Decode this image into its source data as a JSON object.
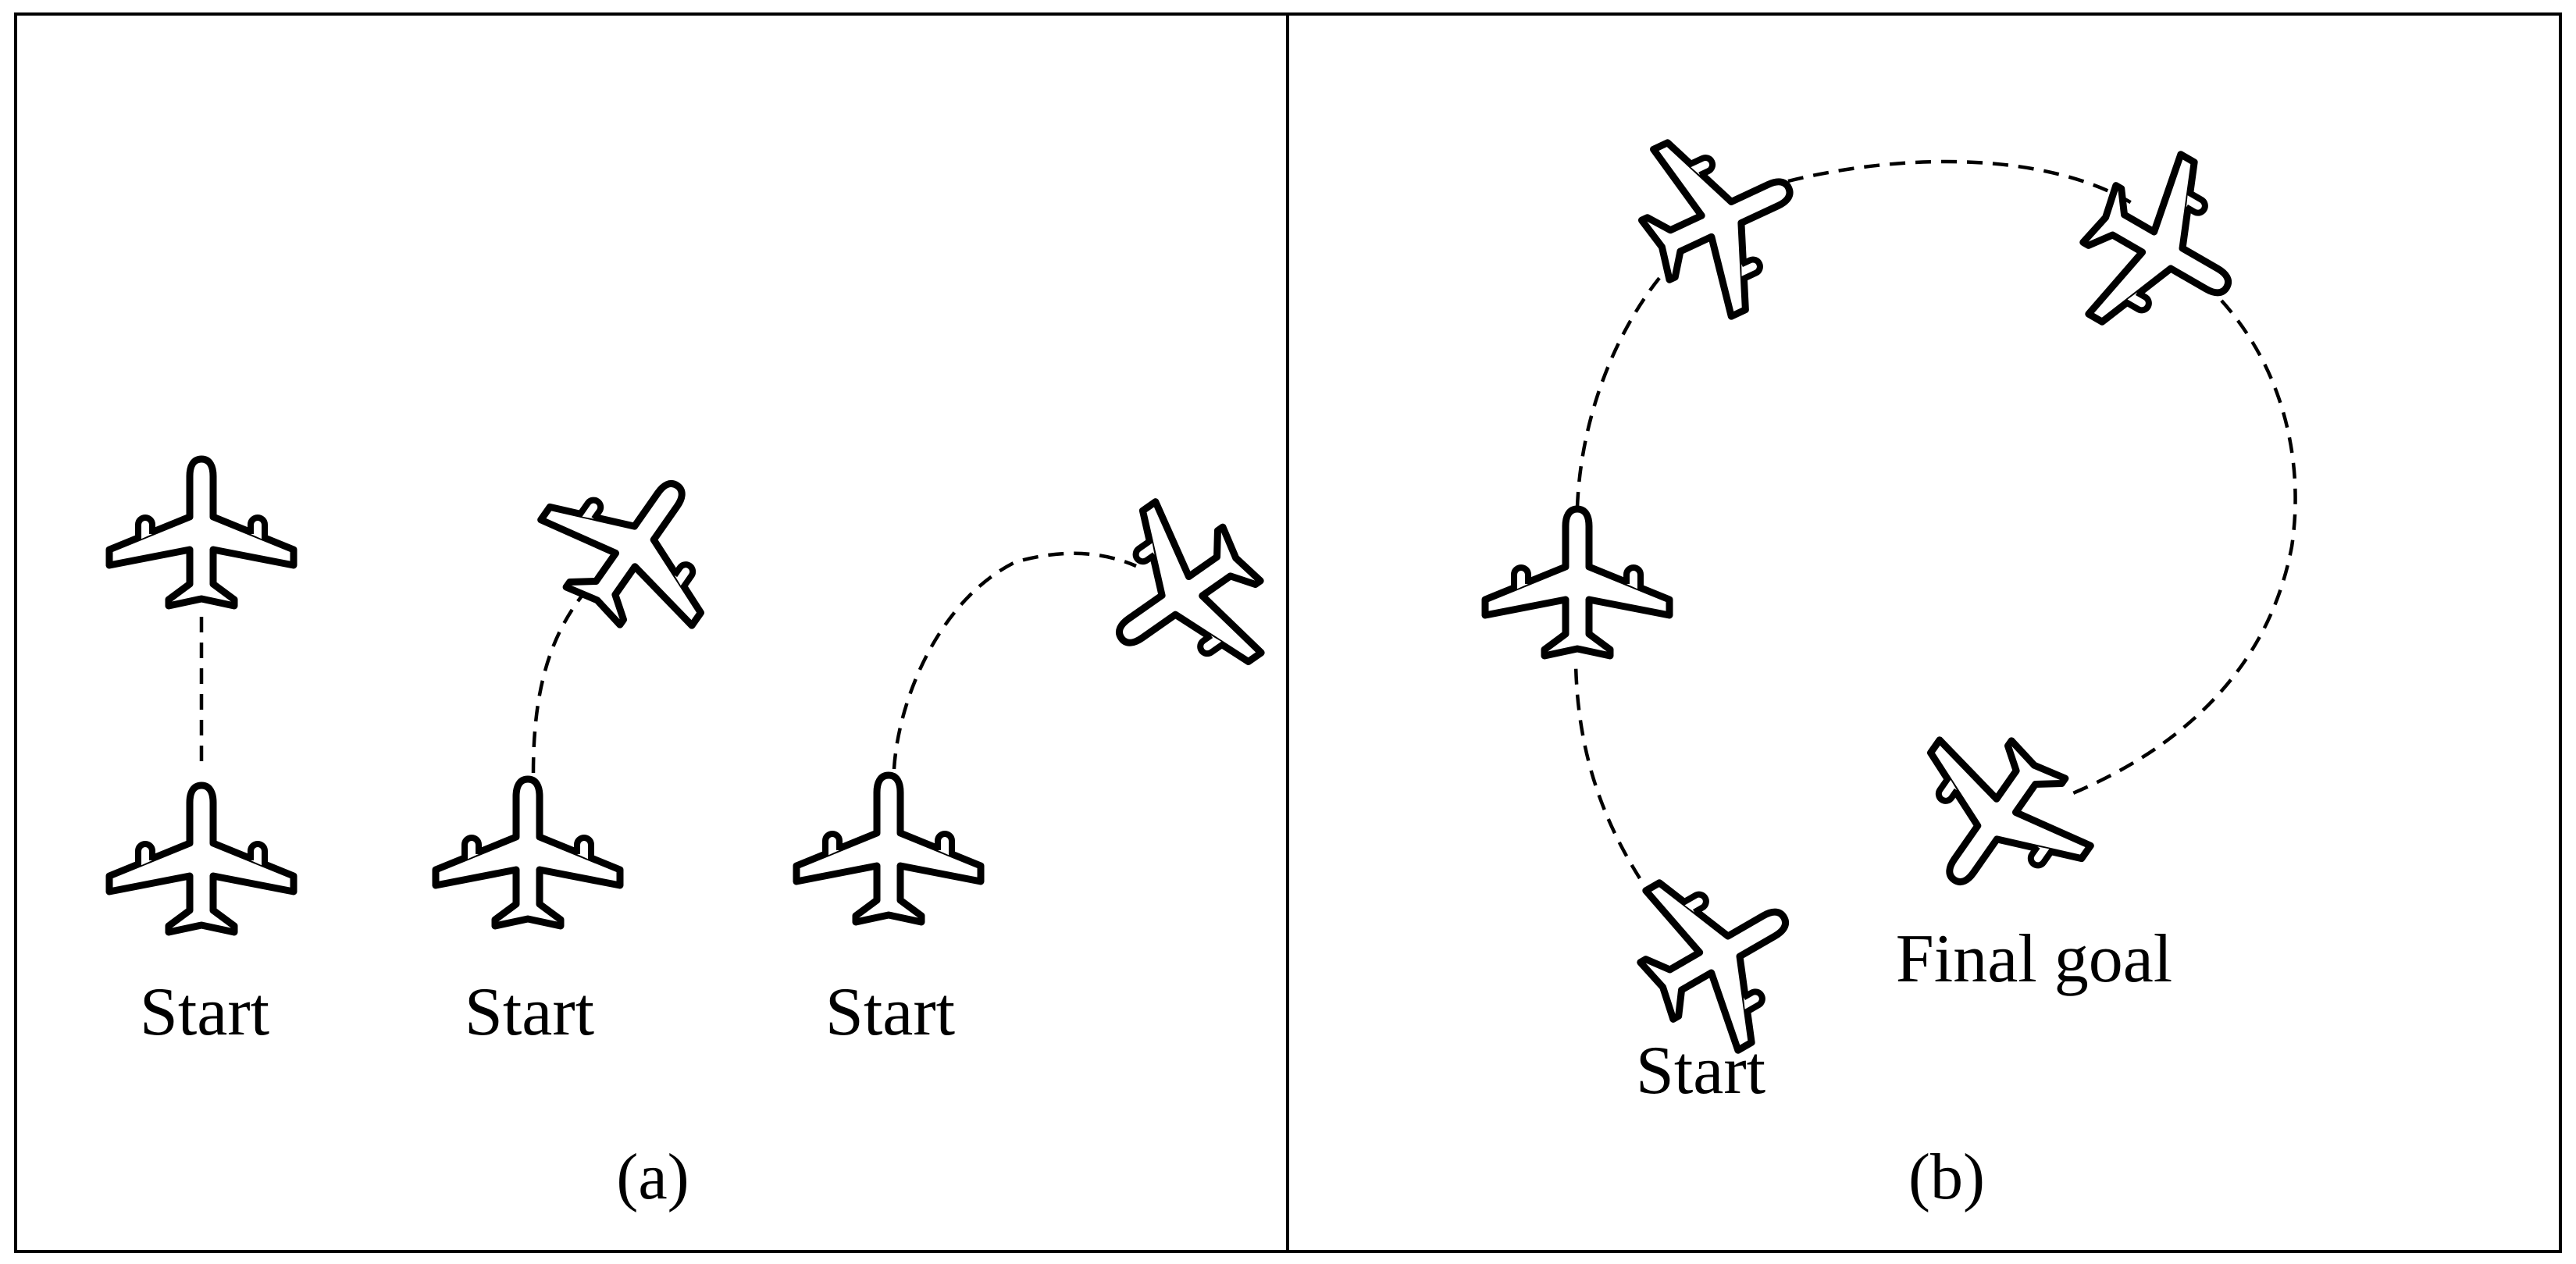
{
  "panel_a": {
    "caption": "(a)",
    "start_labels": [
      "Start",
      "Start",
      "Start"
    ]
  },
  "panel_b": {
    "caption": "(b)",
    "start_label": "Start",
    "goal_label": "Final goal"
  },
  "icons": {
    "aircraft": "airplane-icon"
  },
  "colors": {
    "stroke": "#000000",
    "background": "#ffffff"
  }
}
